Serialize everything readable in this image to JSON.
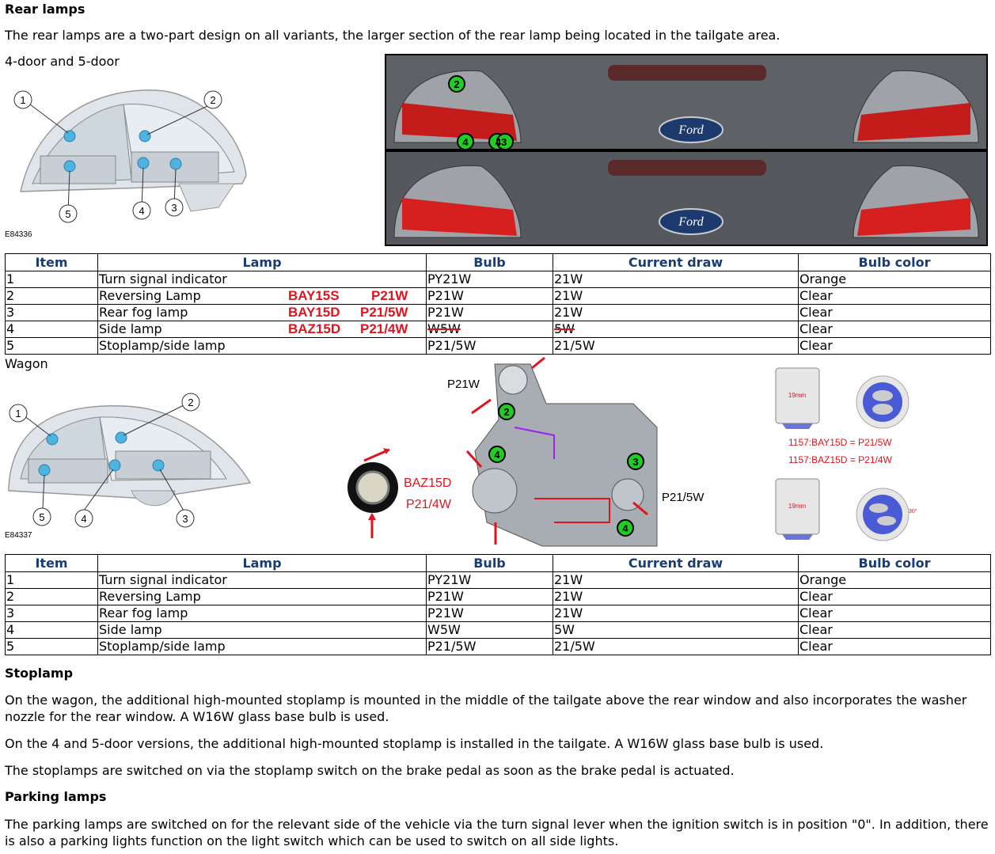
{
  "section1": {
    "heading": "Rear lamps",
    "intro": "The rear lamps are a two-part design on all variants, the larger section of the rear lamp being located in the tailgate area.",
    "variant_label": "4-door and 5-door",
    "figure_code": "E84336",
    "callouts": [
      "1",
      "2",
      "3",
      "4",
      "5"
    ],
    "photo_callouts": [
      "2",
      "4",
      "43"
    ],
    "photo_badge": "Ford"
  },
  "table_headers": [
    "Item",
    "Lamp",
    "Bulb",
    "Current draw",
    "Bulb color"
  ],
  "table1": {
    "rows": [
      {
        "item": "1",
        "lamp": "Turn signal indicator",
        "bulb": "PY21W",
        "draw": "21W",
        "color": "Orange",
        "note1": "",
        "note2": ""
      },
      {
        "item": "2",
        "lamp": "Reversing Lamp",
        "bulb": "P21W",
        "draw": "21W",
        "color": "Clear",
        "note1": "BAY15S",
        "note2": "P21W"
      },
      {
        "item": "3",
        "lamp": "Rear fog lamp",
        "bulb": "P21W",
        "draw": "21W",
        "color": "Clear",
        "note1": "BAY15D",
        "note2": "P21/5W"
      },
      {
        "item": "4",
        "lamp": "Side lamp",
        "bulb": "W5W",
        "draw": "5W",
        "color": "Clear",
        "note1": "BAZ15D",
        "note2": "P21/4W"
      },
      {
        "item": "5",
        "lamp": "Stoplamp/side lamp",
        "bulb": "P21/5W",
        "draw": "21/5W",
        "color": "Clear",
        "note1": "",
        "note2": ""
      }
    ]
  },
  "section2": {
    "variant_label": "Wagon",
    "figure_code": "E84337",
    "holder_labels": {
      "top": "P21W",
      "right": "P21/5W",
      "socket_type": "BAZ15D",
      "socket_bulb": "P21/4W"
    },
    "holder_callouts": [
      "2",
      "4",
      "3",
      "4"
    ],
    "bulb_notes": [
      "1157:BAY15D = P21/5W",
      "1157:BAZ15D = P21/4W"
    ],
    "bulb_dim": "19mm",
    "bulb_angle": "30°"
  },
  "table2": {
    "rows": [
      {
        "item": "1",
        "lamp": "Turn signal indicator",
        "bulb": "PY21W",
        "draw": "21W",
        "color": "Orange"
      },
      {
        "item": "2",
        "lamp": "Reversing Lamp",
        "bulb": "P21W",
        "draw": "21W",
        "color": "Clear"
      },
      {
        "item": "3",
        "lamp": "Rear fog lamp",
        "bulb": "P21W",
        "draw": "21W",
        "color": "Clear"
      },
      {
        "item": "4",
        "lamp": "Side lamp",
        "bulb": "W5W",
        "draw": "5W",
        "color": "Clear"
      },
      {
        "item": "5",
        "lamp": "Stoplamp/side lamp",
        "bulb": "P21/5W",
        "draw": "21/5W",
        "color": "Clear"
      }
    ]
  },
  "stoplamp": {
    "heading": "Stoplamp",
    "p1": "On the wagon, the additional high-mounted stoplamp is mounted in the middle of the tailgate above the rear window and also incorporates the washer nozzle for the rear window. A W16W glass base bulb is used.",
    "p2": "On the 4 and 5-door versions, the additional high-mounted stoplamp is installed in the tailgate. A W16W glass base bulb is used.",
    "p3": "The stoplamps are switched on via the stoplamp switch on the brake pedal as soon as the brake pedal is actuated."
  },
  "parking": {
    "heading": "Parking lamps",
    "p1": "The parking lamps are switched on for the relevant side of the vehicle via the turn signal lever when the ignition switch is in position \"0\". In addition, there is also a parking lights function on the light switch which can be used to switch on all side lights."
  },
  "colors": {
    "header_text": "#1a3c74",
    "annotation_red": "#e0141e",
    "callout_green": "#22cc22"
  }
}
